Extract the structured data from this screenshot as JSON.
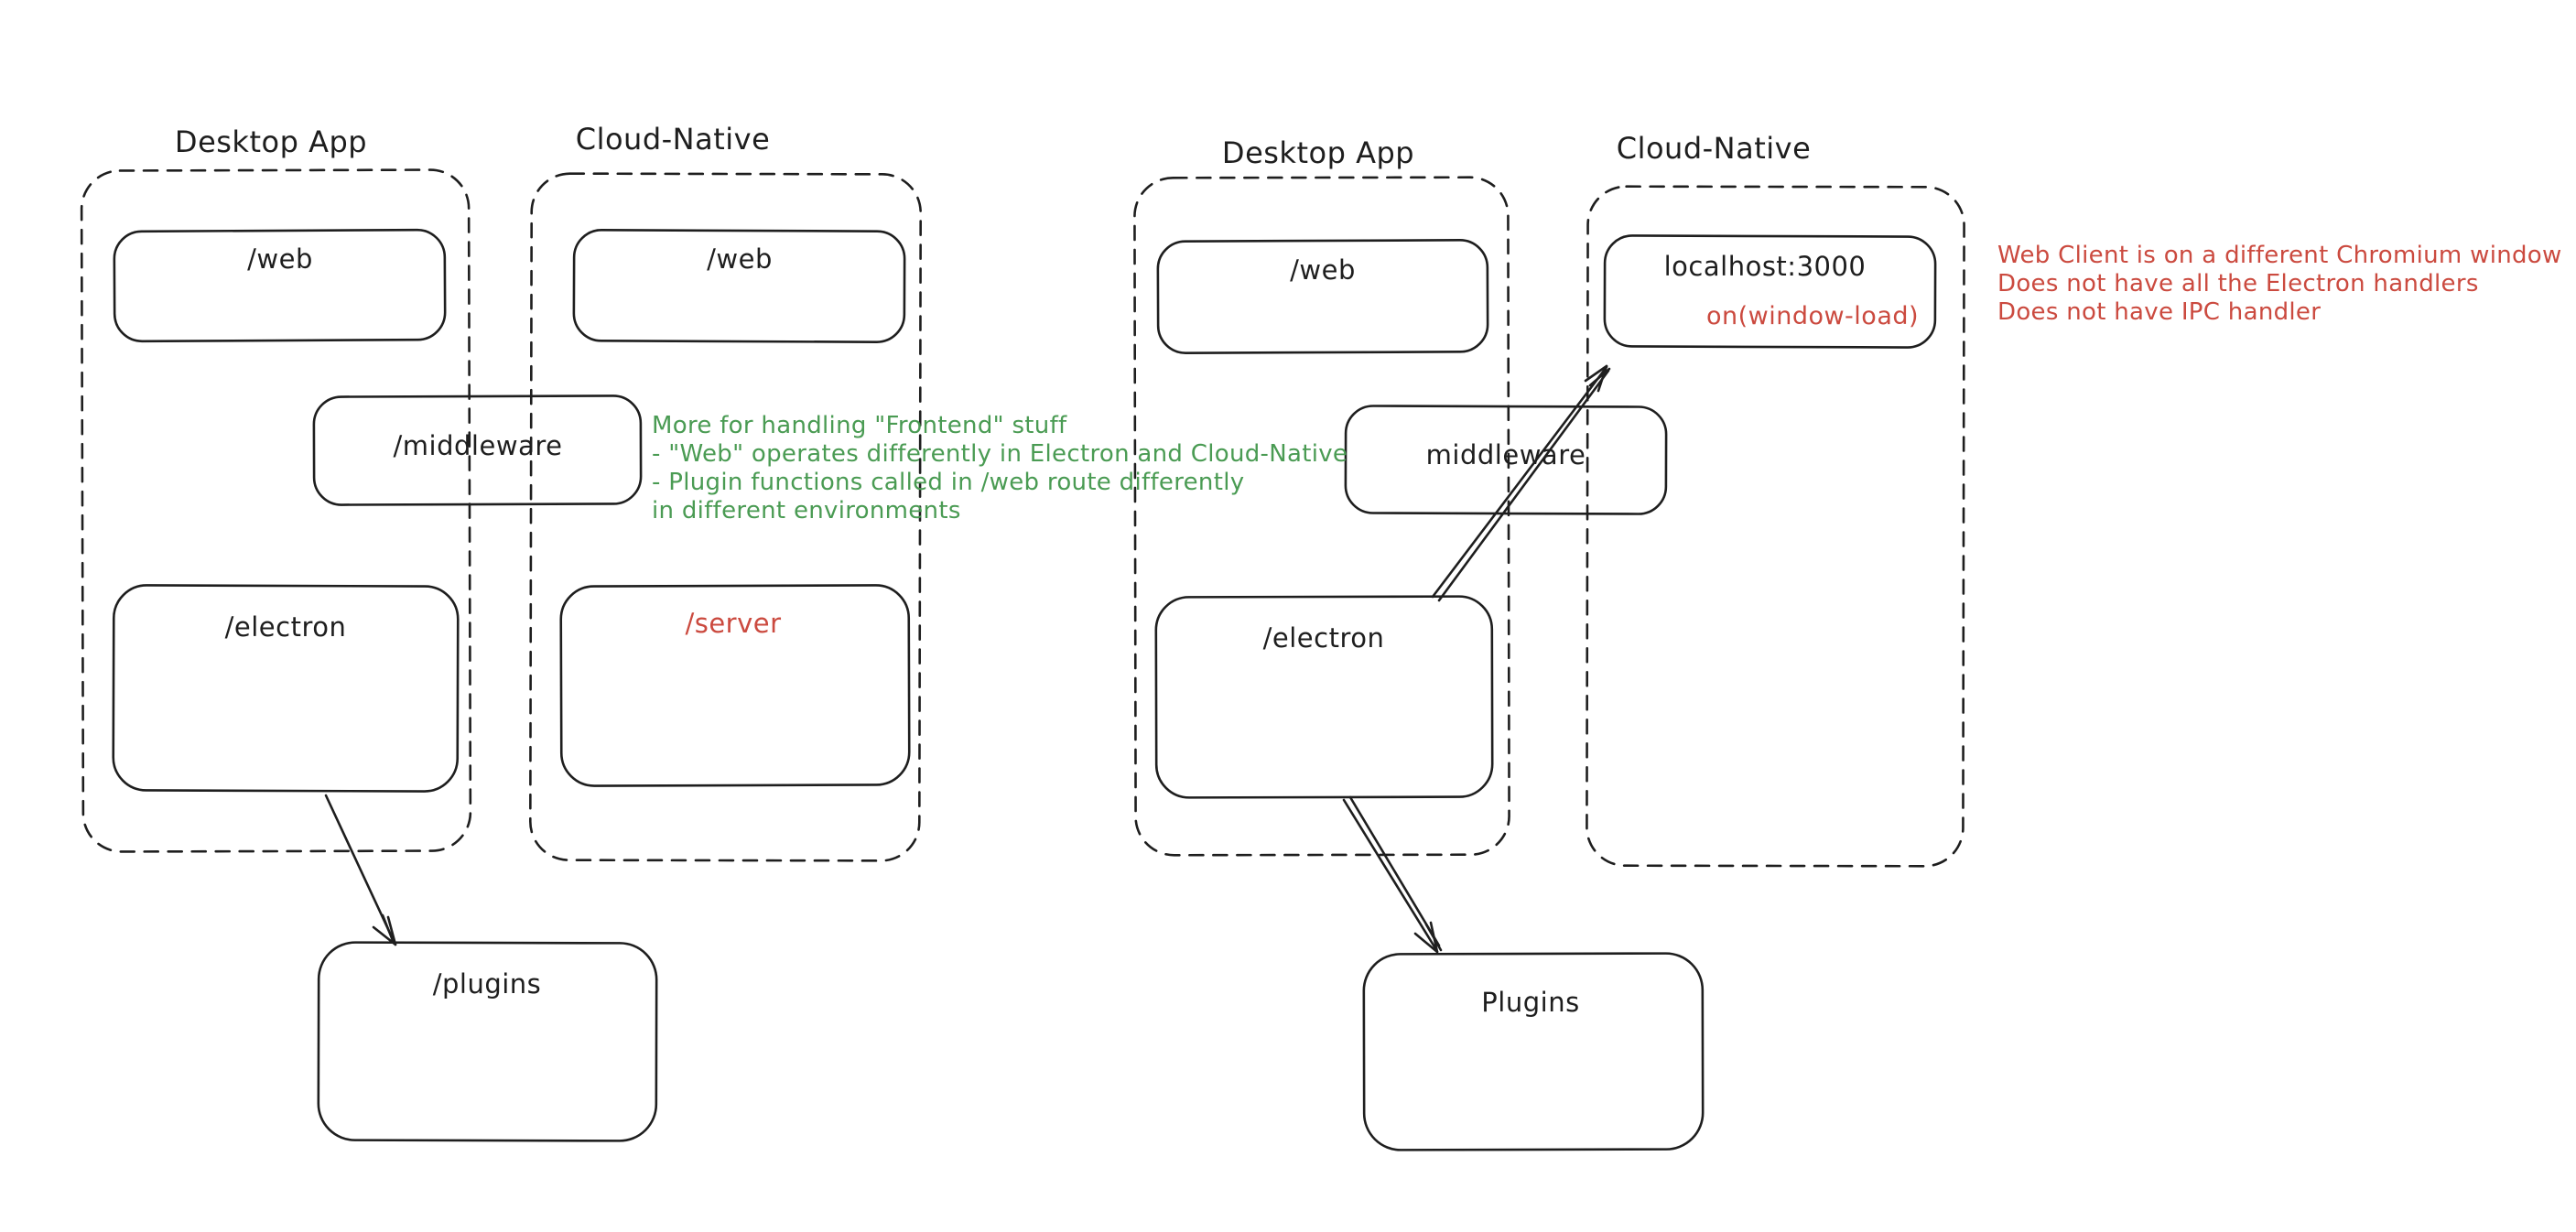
{
  "canvas": {
    "background_color": "#ffffff",
    "ink_color": "#1e1e1e",
    "red_color": "#cb4a3f",
    "green_color": "#4a9b53"
  },
  "left_diagram": {
    "desktop_container_label": "Desktop App",
    "cloud_container_label": "Cloud-Native",
    "nodes": {
      "web_desktop": "/web",
      "web_cloud": "/web",
      "middleware": "/middleware",
      "electron": "/electron",
      "server": "/server",
      "plugins": "/plugins"
    },
    "green_note": {
      "line1": "More for handling \"Frontend\" stuff",
      "line2": "- \"Web\" operates differently in Electron and Cloud-Native",
      "line3": "- Plugin functions called in /web route differently",
      "line4": "in different environments"
    }
  },
  "right_diagram": {
    "desktop_container_label": "Desktop App",
    "cloud_container_label": "Cloud-Native",
    "nodes": {
      "web": "/web",
      "middleware": "middleware",
      "electron": "/electron",
      "localhost": "localhost:3000",
      "on_window_load": "on(window-load)",
      "plugins": "Plugins"
    },
    "red_note": {
      "line1": "Web Client is on a different Chromium window",
      "line2": "Does not have all the Electron handlers",
      "line3": "Does not have IPC handler"
    }
  }
}
